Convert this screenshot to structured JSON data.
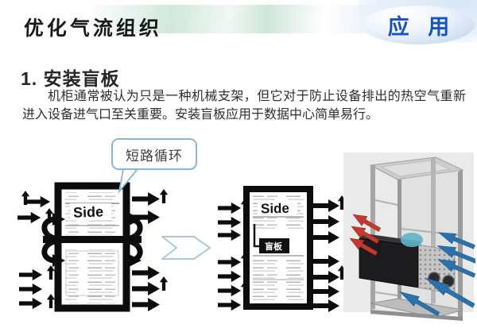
{
  "header": {
    "title": "优化气流组织",
    "badge": "应 用"
  },
  "section": {
    "heading": "1. 安装盲板",
    "paragraph": "机柜通常被认为只是一种机械支架，但它对于防止设备排出的热空气重新进入设备进气口至关重要。安装盲板应用于数据中心简单易行。"
  },
  "callout": {
    "label": "短路循环"
  },
  "diagrams": {
    "before": {
      "side_label": "Side"
    },
    "after": {
      "side_label": "Side",
      "panel_label": "盲板"
    }
  },
  "colors": {
    "badge_text": "#1553c0",
    "band_green": "#cfe6da",
    "band_blue": "#cfe0f2",
    "callout_border": "#8ab5d6",
    "diagram_ink": "#0c0c0c",
    "hot_air_red": "#c23a2e",
    "cold_air_blue": "#2a72ad",
    "photo_background": "#eaeaea"
  }
}
